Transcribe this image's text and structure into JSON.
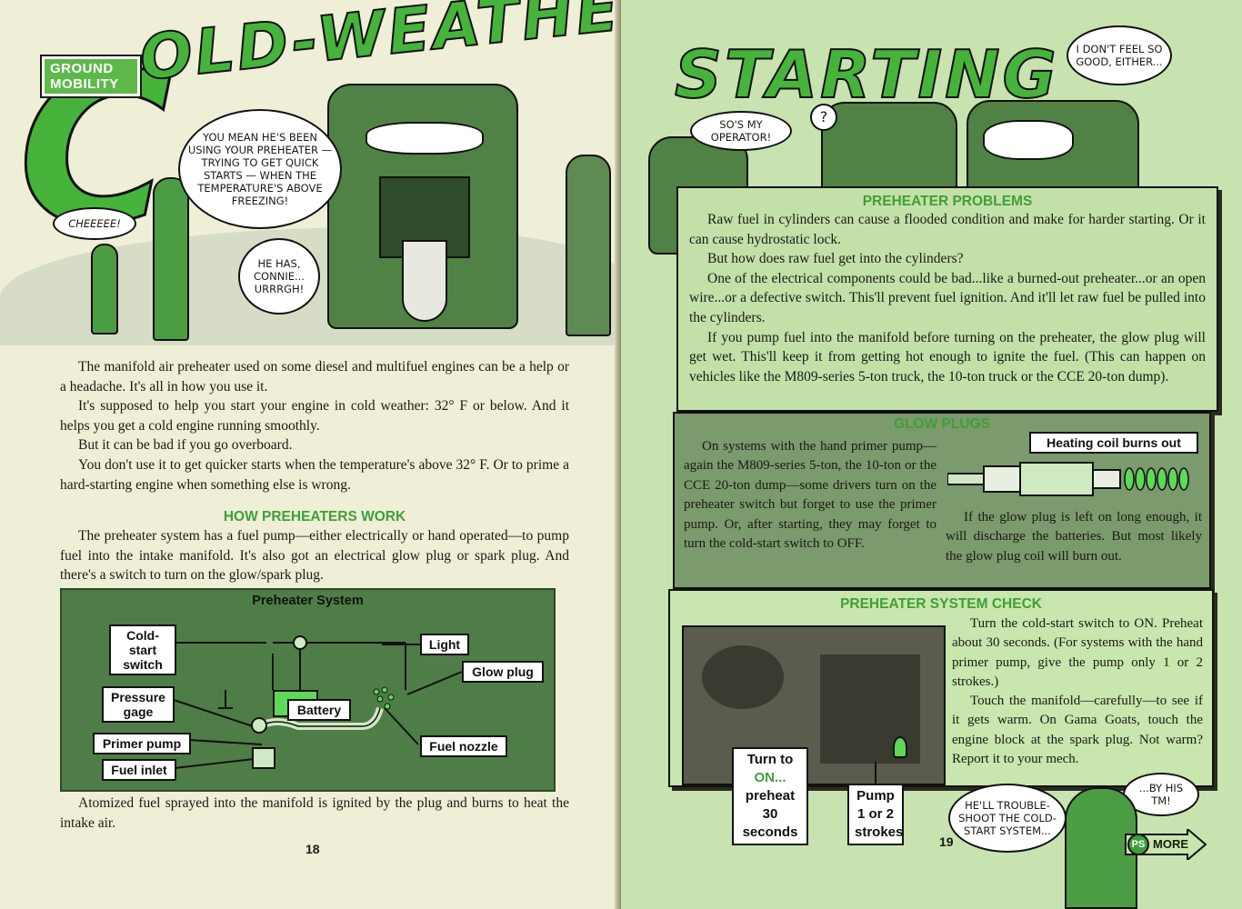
{
  "badge": {
    "line1": "GROUND",
    "line2": "MOBILITY"
  },
  "title": {
    "left_initial": "C",
    "left_rest": "OLD-WEATHER",
    "right": "STARTING"
  },
  "balloons": {
    "connie_question": "You mean he's been using your preheater — trying to get quick starts — when the temperature's above freezing!",
    "cheeee": "CHEEEEE!",
    "he_has": "He has, Connie... Urrrgh!",
    "dont_feel_good": "I don't feel so good, either...",
    "my_operator": "So's my operator!",
    "question_mark": "?",
    "troubleshoot": "He'll trouble-shoot the cold-start system...",
    "by_his_tm": "...By his TM!"
  },
  "left_body": {
    "paragraphs": [
      "The manifold air preheater used on some diesel and multifuel engines can be a help or a headache. It's all in how you use it.",
      "It's supposed to help you start your engine in cold weather: 32° F or below. And it helps you get a cold engine running smoothly.",
      "But it can be bad if you go overboard.",
      "You don't use it to get quicker starts when the temperature's above 32° F. Or to prime a hard-starting engine when something else is wrong."
    ]
  },
  "how_works": {
    "heading": "HOW PREHEATERS WORK",
    "paragraph": "The preheater system has a fuel pump—either electrically or hand operated—to pump fuel into the intake manifold. It's also got an electrical glow plug or spark plug. And there's a switch to turn on the glow/spark plug."
  },
  "diagram": {
    "title": "Preheater System",
    "labels": {
      "cold_start_switch": "Cold-start switch",
      "light": "Light",
      "glow_plug": "Glow plug",
      "pressure_gage": "Pressure gage",
      "battery": "Battery",
      "primer_pump": "Primer pump",
      "fuel_inlet": "Fuel inlet",
      "fuel_nozzle": "Fuel nozzle"
    }
  },
  "caption_left": "Atomized fuel sprayed into the manifold is ignited by the plug and burns to heat the intake air.",
  "page_left": "18",
  "page_right": "19",
  "problems": {
    "heading": "PREHEATER PROBLEMS",
    "paragraphs": [
      "Raw fuel in cylinders can cause a flooded condition and make for harder starting. Or it can cause hydrostatic lock.",
      "But how does raw fuel get into the cylinders?",
      "One of the electrical components could be bad...like a burned-out preheater...or an open wire...or a defective switch. This'll prevent fuel ignition. And it'll let raw fuel be pulled into the cylinders.",
      "If you pump fuel into the manifold before turning on the preheater, the glow plug will get wet. This'll keep it from getting hot enough to ignite the fuel. (This can happen on vehicles like the M809-series 5-ton truck, the 10-ton truck or the CCE 20-ton dump)."
    ]
  },
  "glow": {
    "heading": "GLOW PLUGS",
    "left_text": "On systems with the hand primer pump—again the M809-series 5-ton, the 10-ton or the CCE 20-ton dump—some drivers turn on the preheater switch but forget to use the primer pump. Or, after starting, they may forget to turn the cold-start switch to OFF.",
    "coil_label": "Heating coil burns out",
    "right_text": "If the glow plug is left on long enough, it will discharge the batteries. But most likely the glow plug coil will burn out."
  },
  "check": {
    "heading": "PREHEATER SYSTEM CHECK",
    "paragraphs": [
      "Turn the cold-start switch to ON. Preheat about 30 seconds. (For systems with the hand primer pump, give the pump only 1 or 2 strokes.)",
      "Touch the manifold—carefully—to see if it gets warm. On Gama Goats, touch the engine block at the spark plug. Not warm? Report it to your mech."
    ],
    "turn_to": "Turn to",
    "on": "ON...",
    "preheat": "preheat 30 seconds",
    "pump": "Pump 1 or 2 strokes"
  },
  "ps_more": {
    "ps": "PS",
    "more": "MORE"
  },
  "colors": {
    "title_green": "#46b33b",
    "heading_green": "#3f9f3a",
    "diagram_green": "#4f7d47"
  }
}
